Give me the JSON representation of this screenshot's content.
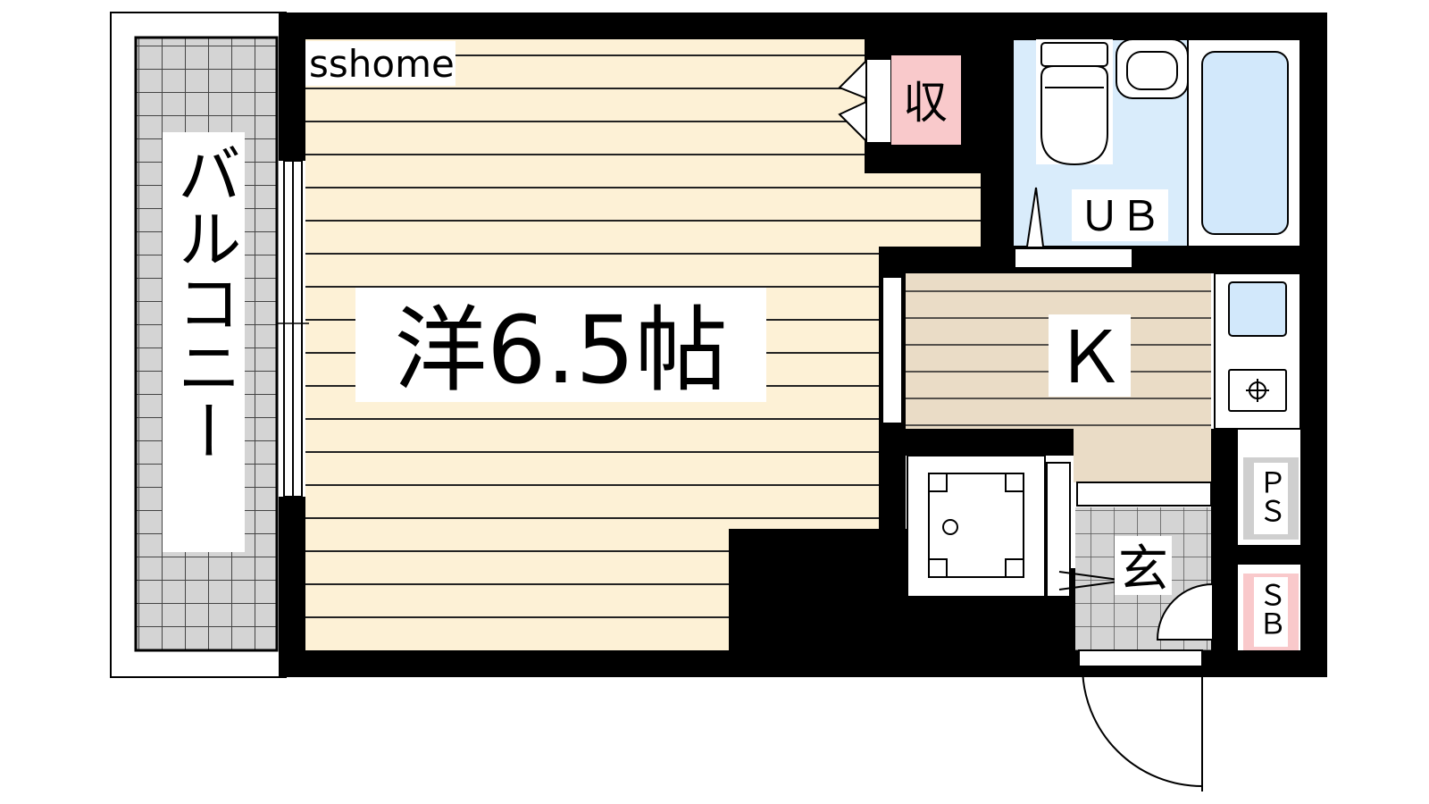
{
  "watermark": "sshome",
  "rooms": {
    "western": "洋6.5帖",
    "storage": "収",
    "bath": "ＵＢ",
    "kitchen": "Ｋ",
    "entrance": "玄",
    "pipe_space": "ＰＳ",
    "shoe_box": "ＳＢ",
    "balcony": "バルコニー"
  },
  "colors": {
    "wall": "#000000",
    "floor_western": "#fdf1d6",
    "floor_kitchen": "#eadcc6",
    "floor_bath": "#d9ecfb",
    "fixture_blue": "#d2e8fb",
    "storage_pink": "#f9c9cb",
    "shoe_box_pink": "#f9c9cb",
    "pipe_space_gray": "#cfcfcf",
    "tile_gray": "#d4d4d4",
    "floor_line": "#222222"
  },
  "icons": [
    "toilet-icon",
    "washbasin-icon",
    "bathtub-icon",
    "sink-icon",
    "stove-icon",
    "washing-machine-icon",
    "door-swing-icon"
  ]
}
